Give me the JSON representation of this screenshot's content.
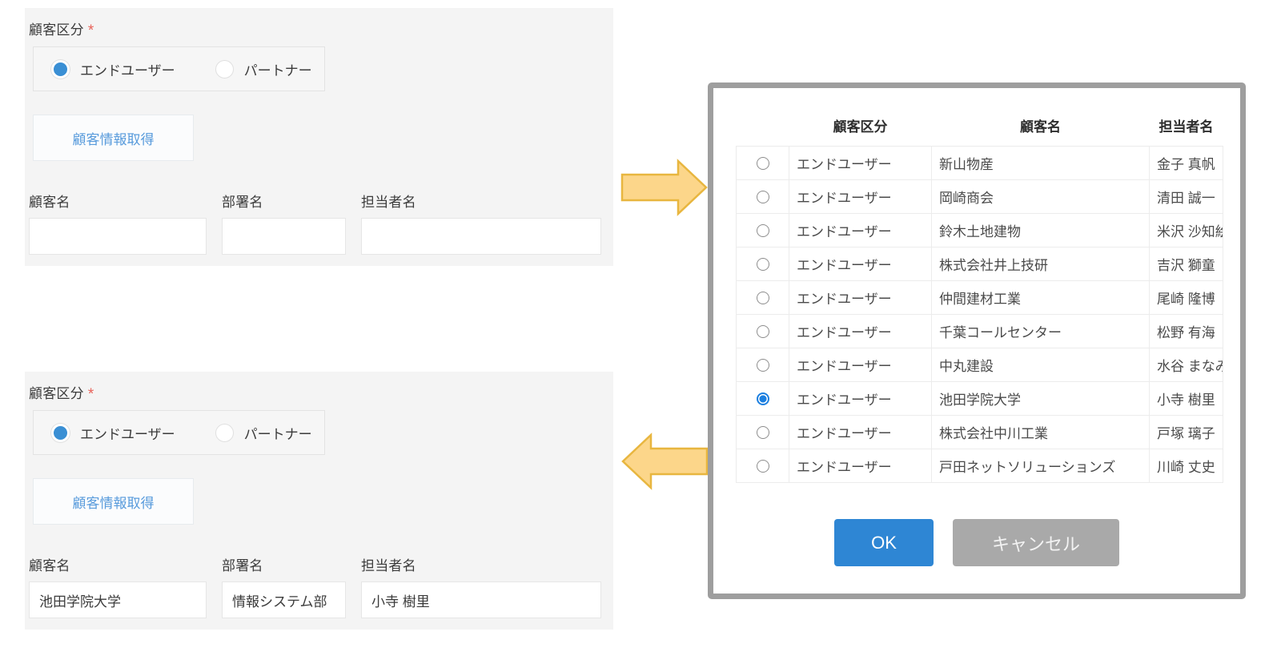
{
  "form_top": {
    "kubun_label": "顧客区分",
    "required_marker": "*",
    "radio_options": [
      {
        "label": "エンドユーザー",
        "selected": true
      },
      {
        "label": "パートナー",
        "selected": false
      }
    ],
    "fetch_button_label": "顧客情報取得",
    "fields": [
      {
        "label": "顧客名",
        "value": "",
        "placeholder": ""
      },
      {
        "label": "部署名",
        "value": "",
        "placeholder": ""
      },
      {
        "label": "担当者名",
        "value": "",
        "placeholder": ""
      }
    ]
  },
  "form_bottom": {
    "kubun_label": "顧客区分",
    "required_marker": "*",
    "radio_options": [
      {
        "label": "エンドユーザー",
        "selected": true
      },
      {
        "label": "パートナー",
        "selected": false
      }
    ],
    "fetch_button_label": "顧客情報取得",
    "fields": [
      {
        "label": "顧客名",
        "value": "池田学院大学",
        "placeholder": ""
      },
      {
        "label": "部署名",
        "value": "情報システム部",
        "placeholder": ""
      },
      {
        "label": "担当者名",
        "value": "小寺 樹里",
        "placeholder": ""
      }
    ]
  },
  "dialog": {
    "table": {
      "columns": [
        "",
        "顧客区分",
        "顧客名",
        "担当者名"
      ],
      "rows": [
        {
          "selected": false,
          "kubun": "エンドユーザー",
          "name": "新山物産",
          "staff": "金子 真帆"
        },
        {
          "selected": false,
          "kubun": "エンドユーザー",
          "name": "岡崎商会",
          "staff": "清田 誠一"
        },
        {
          "selected": false,
          "kubun": "エンドユーザー",
          "name": "鈴木土地建物",
          "staff": "米沢 沙知絵"
        },
        {
          "selected": false,
          "kubun": "エンドユーザー",
          "name": "株式会社井上技研",
          "staff": "吉沢 獅童"
        },
        {
          "selected": false,
          "kubun": "エンドユーザー",
          "name": "仲間建材工業",
          "staff": "尾崎 隆博"
        },
        {
          "selected": false,
          "kubun": "エンドユーザー",
          "name": "千葉コールセンター",
          "staff": "松野 有海"
        },
        {
          "selected": false,
          "kubun": "エンドユーザー",
          "name": "中丸建設",
          "staff": "水谷 まなみ"
        },
        {
          "selected": true,
          "kubun": "エンドユーザー",
          "name": "池田学院大学",
          "staff": "小寺 樹里"
        },
        {
          "selected": false,
          "kubun": "エンドユーザー",
          "name": "株式会社中川工業",
          "staff": "戸塚 璃子"
        },
        {
          "selected": false,
          "kubun": "エンドユーザー",
          "name": "戸田ネットソリューションズ",
          "staff": "川崎 丈史"
        }
      ]
    },
    "ok_label": "OK",
    "cancel_label": "キャンセル"
  },
  "arrows": [
    {
      "direction": "right",
      "name": "flow-arrow-to-dialog"
    },
    {
      "direction": "left",
      "name": "flow-arrow-from-dialog"
    }
  ],
  "colors": {
    "accent_blue": "#2e86d4",
    "radio_blue": "#3a8fd4",
    "selected_radio_blue": "#1b7fe0",
    "required_red": "#e8635a",
    "arrow_fill": "#fcd68a",
    "arrow_stroke": "#e8b63f",
    "cancel_gray": "#a9a9a9",
    "panel_bg": "#f4f4f4",
    "dialog_border": "#9e9e9e"
  }
}
